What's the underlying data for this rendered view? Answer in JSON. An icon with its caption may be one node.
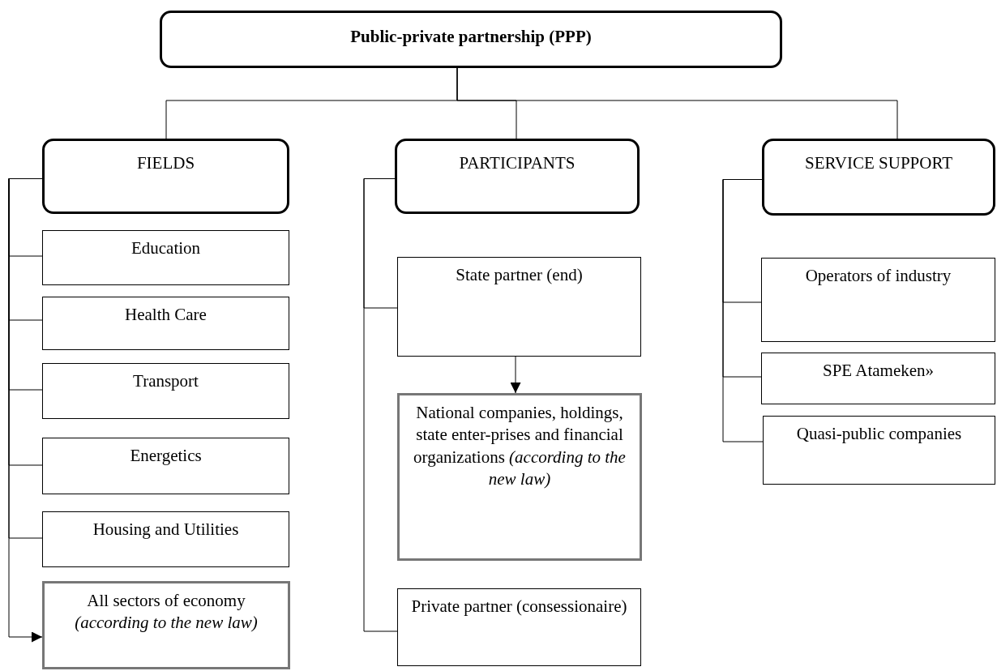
{
  "diagram": {
    "nodes": [
      {
        "text": [
          "Public-private partnership (PPP)"
        ]
      },
      {
        "text": [
          "FIELDS"
        ]
      },
      {
        "text": [
          "PARTICIPANTS"
        ]
      },
      {
        "text": [
          "SERVICE SUPPORT"
        ]
      },
      {
        "text": [
          "Education"
        ]
      },
      {
        "text": [
          "Health Care"
        ]
      },
      {
        "text": [
          "Transport"
        ]
      },
      {
        "text": [
          "Energetics"
        ]
      },
      {
        "text": [
          "Housing and Utilities"
        ]
      },
      {
        "text": [
          "All sectors of economy",
          "(according to the new law)"
        ]
      },
      {
        "text": [
          "State partner (end)"
        ]
      },
      {
        "text": [
          "National companies, holdings, state enter-prises and financial organizations *(according to the new law)*"
        ]
      },
      {
        "text": [
          "Private partner (consessionaire)"
        ]
      },
      {
        "text": [
          "Operators of industry"
        ]
      },
      {
        "text": [
          "SPE Atameken»"
        ]
      },
      {
        "text": [
          "Quasi-public companies"
        ]
      }
    ],
    "edges": [
      {
        "from": 0,
        "to": 1,
        "arrow": "none"
      },
      {
        "from": 0,
        "to": 2,
        "arrow": "none"
      },
      {
        "from": 0,
        "to": 3,
        "arrow": "none"
      },
      {
        "from": 1,
        "to": 4,
        "arrow": "none"
      },
      {
        "from": 1,
        "to": 5,
        "arrow": "none"
      },
      {
        "from": 1,
        "to": 6,
        "arrow": "none"
      },
      {
        "from": 1,
        "to": 7,
        "arrow": "none"
      },
      {
        "from": 1,
        "to": 8,
        "arrow": "none"
      },
      {
        "from": 1,
        "to": 9,
        "arrow": "to"
      },
      {
        "from": 2,
        "to": 10,
        "arrow": "none"
      },
      {
        "from": 10,
        "to": 11,
        "arrow": "to"
      },
      {
        "from": 2,
        "to": 12,
        "arrow": "none"
      },
      {
        "from": 3,
        "to": 13,
        "arrow": "none"
      },
      {
        "from": 3,
        "to": 14,
        "arrow": "none"
      },
      {
        "from": 3,
        "to": 15,
        "arrow": "none"
      }
    ]
  }
}
